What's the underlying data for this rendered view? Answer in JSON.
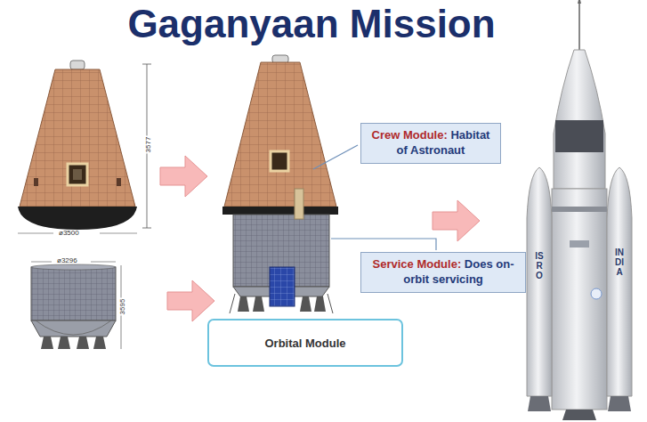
{
  "diagram": {
    "title": "Gaganyaan Mission",
    "nodes": [
      {
        "text": [
          "Crew Module:",
          "Habitat of Astronaut"
        ]
      },
      {
        "text": [
          "Service Module:",
          "Does on-orbit servicing"
        ]
      },
      {
        "text": [
          "Orbital Module"
        ]
      }
    ],
    "labels": [
      "3577",
      "ø3500",
      "ø3296",
      "3595",
      "ISRO",
      "INDIA"
    ]
  }
}
